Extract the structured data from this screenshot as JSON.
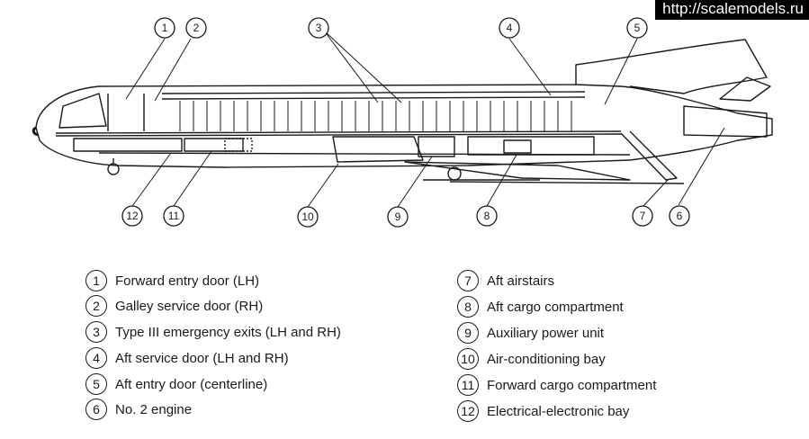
{
  "watermark": "http://scalemodels.ru",
  "callouts": [
    {
      "num": "1"
    },
    {
      "num": "2"
    },
    {
      "num": "3"
    },
    {
      "num": "4"
    },
    {
      "num": "5"
    },
    {
      "num": "6"
    },
    {
      "num": "7"
    },
    {
      "num": "8"
    },
    {
      "num": "9"
    },
    {
      "num": "10"
    },
    {
      "num": "11"
    },
    {
      "num": "12"
    }
  ],
  "legend": {
    "left": [
      {
        "num": "1",
        "text": "Forward entry door (LH)"
      },
      {
        "num": "2",
        "text": "Galley service door (RH)"
      },
      {
        "num": "3",
        "text": "Type III emergency exits (LH and RH)"
      },
      {
        "num": "4",
        "text": "Aft service door (LH and RH)"
      },
      {
        "num": "5",
        "text": "Aft entry door (centerline)"
      },
      {
        "num": "6",
        "text": "No. 2 engine"
      }
    ],
    "right": [
      {
        "num": "7",
        "text": "Aft airstairs"
      },
      {
        "num": "8",
        "text": "Aft cargo compartment"
      },
      {
        "num": "9",
        "text": "Auxiliary power unit"
      },
      {
        "num": "10",
        "text": "Air-conditioning bay"
      },
      {
        "num": "11",
        "text": "Forward cargo compartment"
      },
      {
        "num": "12",
        "text": "Electrical-electronic bay"
      }
    ]
  }
}
